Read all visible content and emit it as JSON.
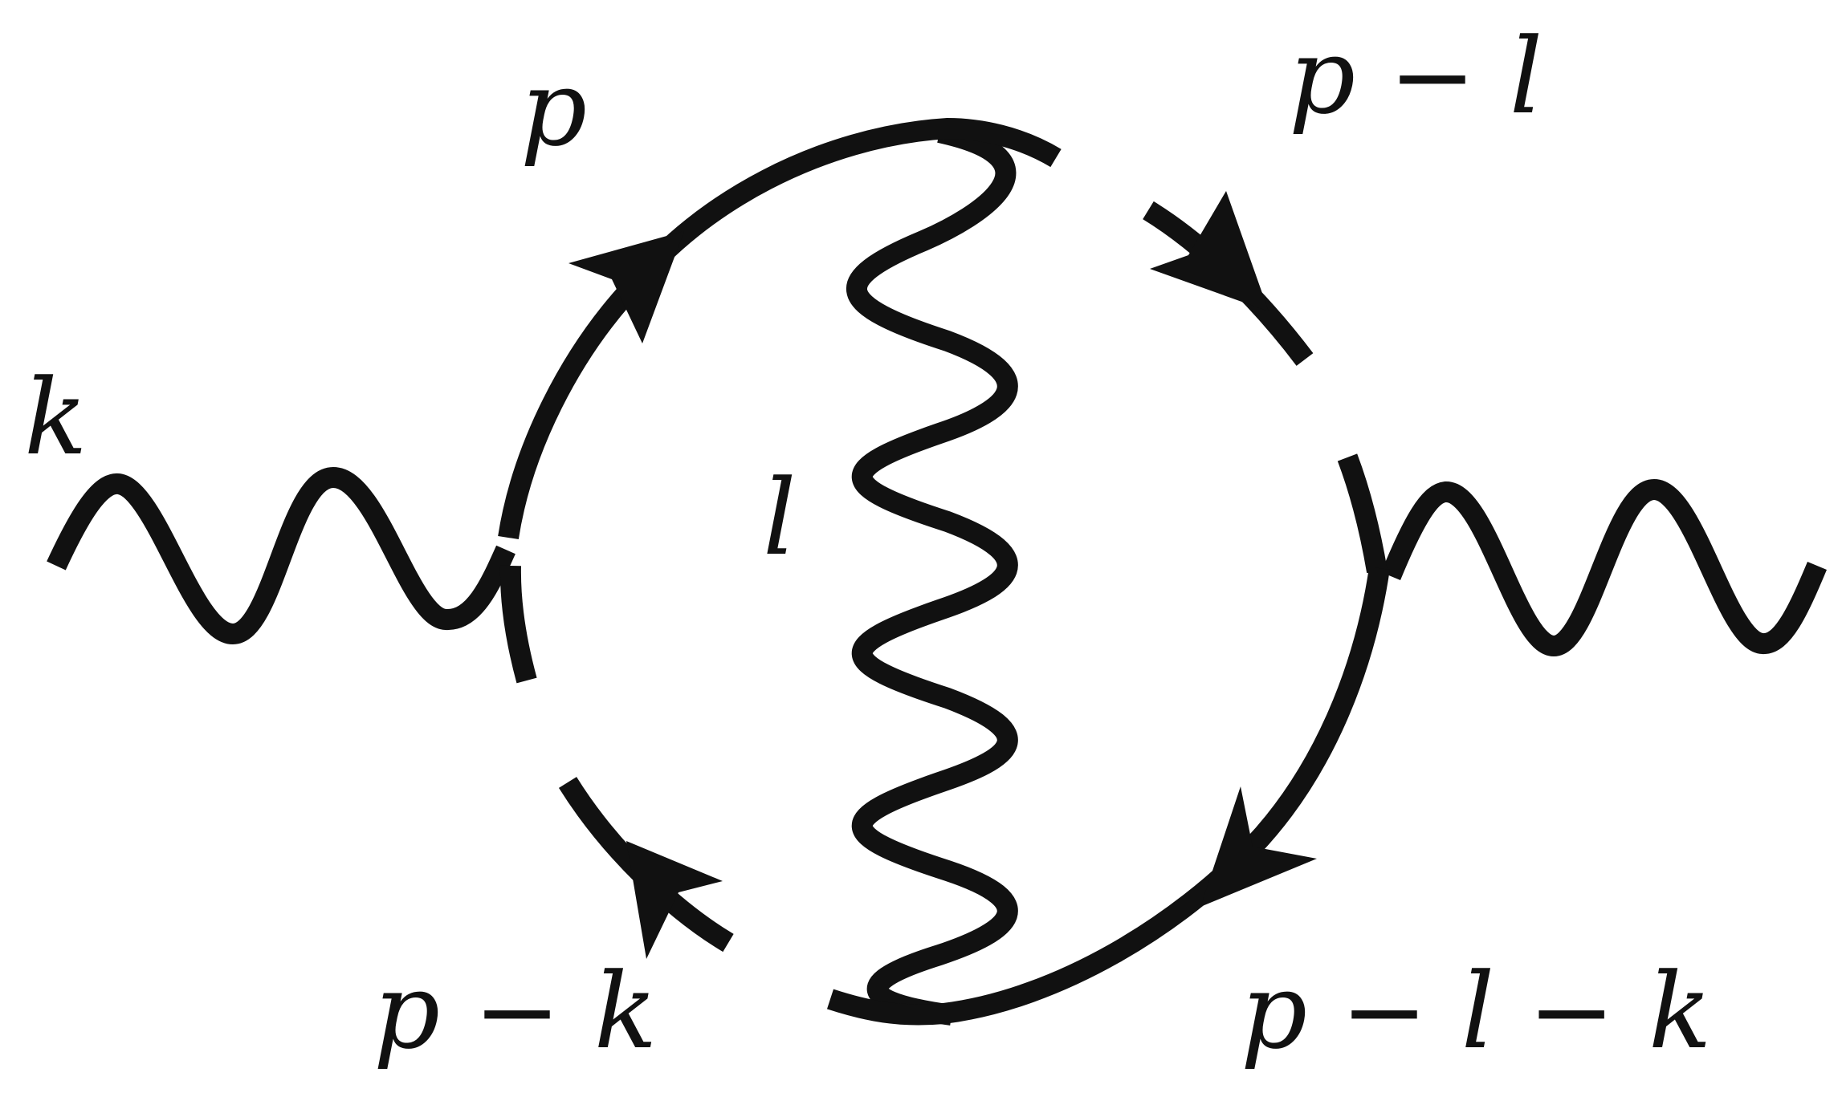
{
  "diagram": {
    "labels": {
      "k": "k",
      "p": "p",
      "p_minus_l": "p − l",
      "l": "l",
      "p_minus_k": "p − k",
      "p_minus_l_minus_k": "p − l − k"
    },
    "colors": {
      "ink": "#111111",
      "background": "#ffffff"
    }
  }
}
